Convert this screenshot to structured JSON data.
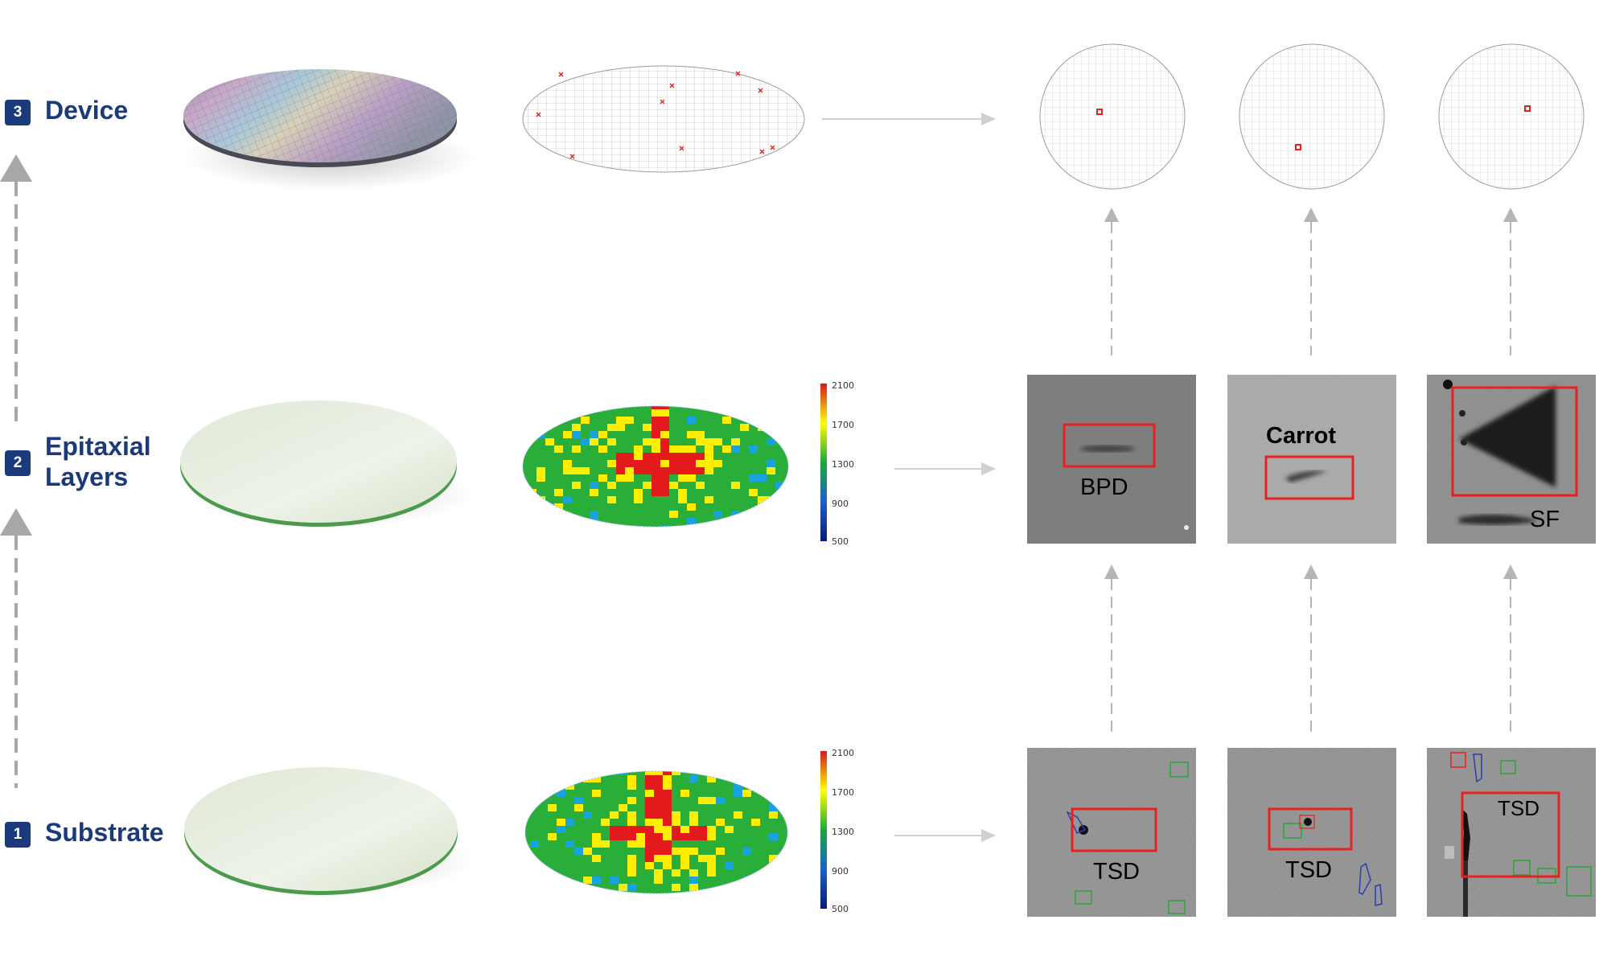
{
  "stages": [
    {
      "number": "3",
      "title_lines": [
        "Device"
      ]
    },
    {
      "number": "2",
      "title_lines": [
        "Epitaxial",
        "Layers"
      ]
    },
    {
      "number": "1",
      "title_lines": [
        "Substrate"
      ]
    }
  ],
  "colorbar": {
    "ticks": [
      "2100",
      "1700",
      "1300",
      "900",
      "500"
    ],
    "colors": [
      "#d7191c",
      "#ffff00",
      "#1aa83a",
      "#1c5fd0",
      "#0a1a7a"
    ]
  },
  "defects": {
    "epitaxial": [
      {
        "label": "BPD"
      },
      {
        "label": "Carrot"
      },
      {
        "label": "SF"
      }
    ],
    "substrate": [
      {
        "label": "TSD"
      },
      {
        "label": "TSD"
      },
      {
        "label": "TSD"
      }
    ]
  },
  "colors": {
    "accent": "#1a3a7c",
    "highlight_box": "#e8201f",
    "arrow": "#a8a8a8"
  }
}
